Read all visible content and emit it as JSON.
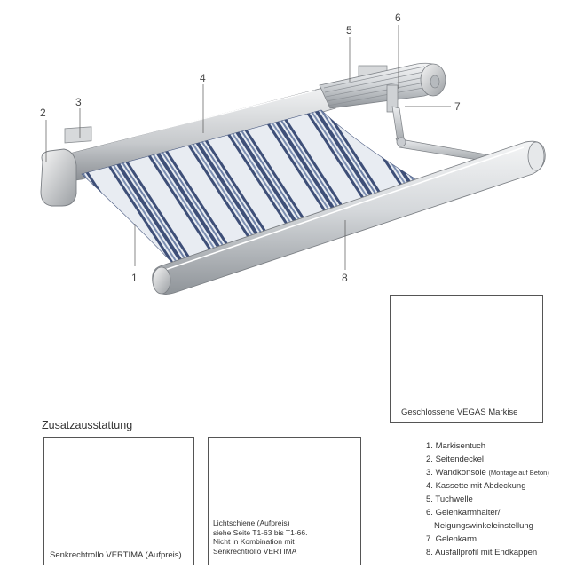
{
  "main_diagram": {
    "callouts": [
      "1",
      "2",
      "3",
      "4",
      "5",
      "6",
      "7",
      "8"
    ]
  },
  "closed_vegas": {
    "caption": "Geschlossene VEGAS Markise"
  },
  "accessories": {
    "title": "Zusatzausstattung",
    "vertima": {
      "caption": "Senkrechtrollo VERTIMA (Aufpreis)"
    },
    "light_rail": {
      "line1": "Lichtschiene (Aufpreis)",
      "line2": "siehe Seite T1-63 bis T1-66.",
      "line3": "Nicht in Kombination mit",
      "line4": "Senkrechtrollo VERTIMA"
    }
  },
  "legend": [
    {
      "num": "1.",
      "text": "Markisentuch"
    },
    {
      "num": "2.",
      "text": "Seitendeckel"
    },
    {
      "num": "3.",
      "text": "Wandkonsole",
      "small": "(Montage auf Beton)"
    },
    {
      "num": "4.",
      "text": "Kassette mit Abdeckung"
    },
    {
      "num": "5.",
      "text": "Tuchwelle"
    },
    {
      "num": "6.",
      "text": "Gelenkarmhalter/",
      "cont": "Neigungswinkeleinstellung"
    },
    {
      "num": "7.",
      "text": "Gelenkarm"
    },
    {
      "num": "8.",
      "text": "Ausfallprofil mit Endkappen"
    }
  ],
  "colors": {
    "fabric_blue": "#5a6f96",
    "fabric_dark": "#3e4f78",
    "fabric_light": "#e8ecf2",
    "aluminium": "#c8cbcf"
  }
}
